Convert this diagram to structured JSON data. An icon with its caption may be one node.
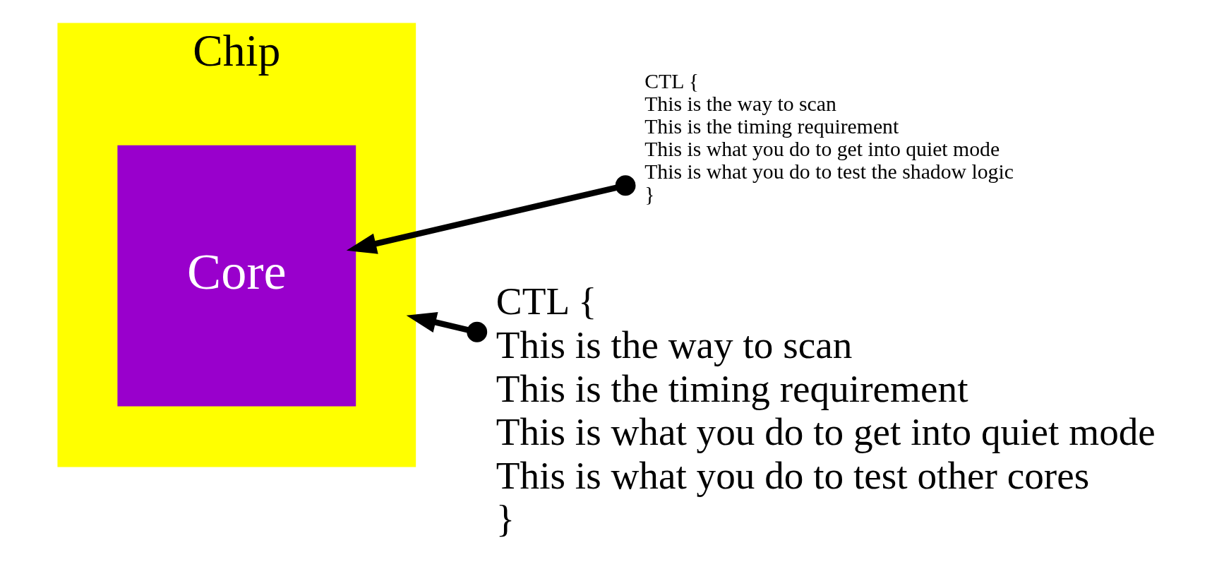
{
  "diagram": {
    "nodes": [
      {
        "text": [
          "Chip"
        ]
      },
      {
        "text": [
          "Core"
        ],
        "in": 0
      },
      {
        "text": [
          "CTL {",
          "This is the way to scan",
          "This is the timing requirement",
          "This is what you do to get into quiet mode",
          "This is what you do to test the shadow logic",
          "}"
        ]
      },
      {
        "text": [
          "CTL {",
          "This is the way to scan",
          "This is the timing requirement",
          "This is what you do to get into quiet mode",
          "This is what you do to test other cores",
          "}"
        ]
      }
    ],
    "edges": [
      {
        "from": 2,
        "to": 1,
        "arrow": "to"
      },
      {
        "from": 3,
        "to": 0,
        "arrow": "to"
      }
    ]
  }
}
